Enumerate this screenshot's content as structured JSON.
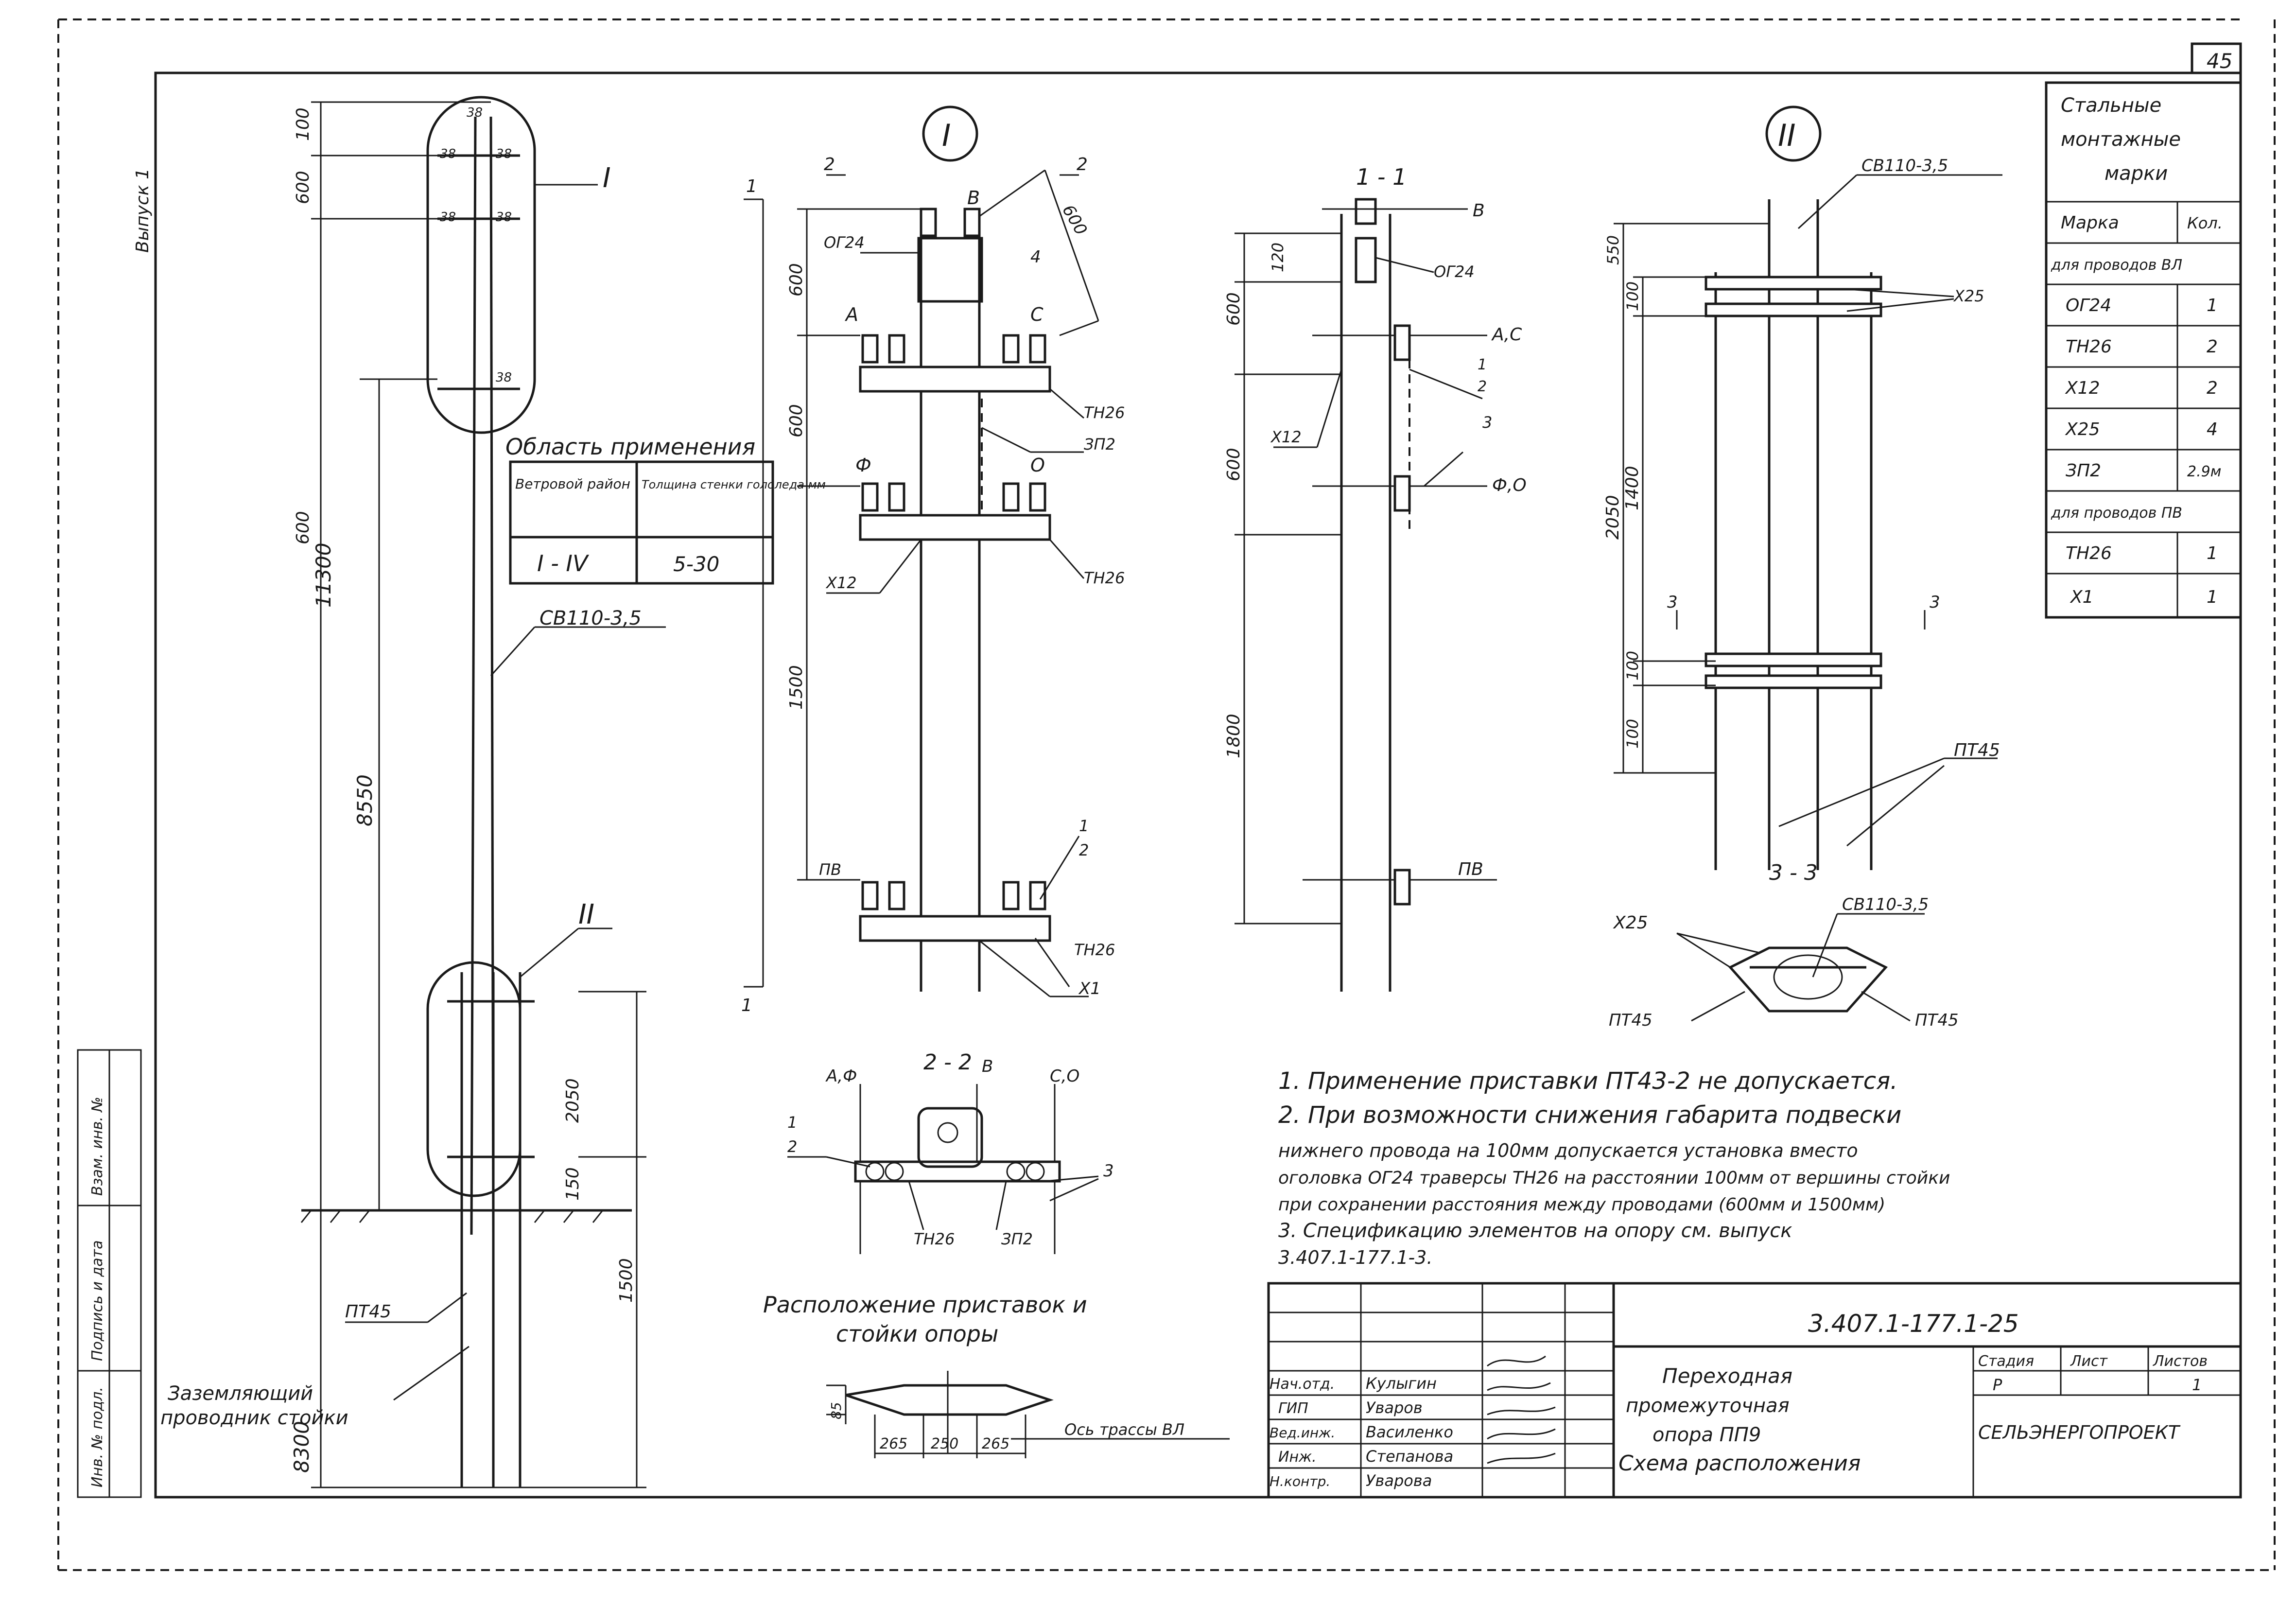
{
  "sheet_number": "45",
  "release": "Выпуск 1",
  "side_stamp": [
    "Инв. № подл.",
    "Подпись и дата",
    "Взам. инв. №"
  ],
  "pole_view": {
    "dims": [
      "100",
      "600",
      "600",
      "11300",
      "8550",
      "2050",
      "150",
      "1500",
      "8300"
    ],
    "small_dims": [
      "38",
      "38",
      "38",
      "38",
      "38",
      "38"
    ],
    "callout_1": "I",
    "callout_2": "II",
    "pole_label": "СВ110-3,5",
    "base_label": "ПТ45",
    "ground_label_line1": "Заземляющий",
    "ground_label_line2": "проводник стойки"
  },
  "application": {
    "title": "Область применения",
    "headers": [
      "Ветровой район",
      "Толщина стенки гололеда мм"
    ],
    "row": [
      "I - IV",
      "5-30"
    ]
  },
  "detail_1": {
    "label": "I",
    "section_marks": [
      "2",
      "2",
      "1",
      "1"
    ],
    "phases": [
      "В",
      "А",
      "С",
      "Ф",
      "О"
    ],
    "dims": [
      "600",
      "600",
      "600",
      "1500"
    ],
    "labels": [
      "ОГ24",
      "ТН26",
      "ЗП2",
      "ТН26",
      "Х12",
      "ПВ",
      "ТН26",
      "Х1"
    ],
    "fraction": [
      "1",
      "2"
    ],
    "leader4": "4"
  },
  "section_11": {
    "title": "1 - 1",
    "dims": [
      "120",
      "600",
      "600",
      "1800"
    ],
    "labels": [
      "В",
      "ОГ24",
      "А,С",
      "Х12",
      "Ф,О",
      "ПВ"
    ],
    "fraction": [
      "1",
      "2"
    ],
    "leader3": "3"
  },
  "detail_2": {
    "label": "II",
    "pole_label": "СВ110-3,5",
    "dims": [
      "550",
      "100",
      "1400",
      "2050",
      "100",
      "100"
    ],
    "labels": [
      "Х25",
      "ПТ45"
    ],
    "section_marks": [
      "3",
      "3"
    ]
  },
  "section_33": {
    "title": "3 - 3",
    "labels": [
      "Х25",
      "СВ110-3,5",
      "ПТ45",
      "ПТ45"
    ]
  },
  "section_22": {
    "title": "2 - 2",
    "labels": [
      "А,Ф",
      "В",
      "С,О",
      "ТН26",
      "ЗП2",
      "3"
    ],
    "fraction": [
      "1",
      "2"
    ]
  },
  "layout_caption": [
    "Расположение приставок и",
    "стойки опоры"
  ],
  "plan": {
    "dims": [
      "265",
      "250",
      "265"
    ],
    "side_dim": "85",
    "axis_label": "Ось трассы ВЛ"
  },
  "parts_table": {
    "title": [
      "Стальные",
      "монтажные",
      "марки"
    ],
    "headers": [
      "Марка",
      "Кол."
    ],
    "rows": [
      {
        "kind": "group",
        "name": "для проводов ВЛ"
      },
      {
        "kind": "row",
        "name": "ОГ24",
        "qty": "1"
      },
      {
        "kind": "row",
        "name": "ТН26",
        "qty": "2"
      },
      {
        "kind": "row",
        "name": "Х12",
        "qty": "2"
      },
      {
        "kind": "row",
        "name": "Х25",
        "qty": "4"
      },
      {
        "kind": "row",
        "name": "ЗП2",
        "qty": "2.9м"
      },
      {
        "kind": "group",
        "name": "для проводов ПВ"
      },
      {
        "kind": "row",
        "name": "ТН26",
        "qty": "1"
      },
      {
        "kind": "row",
        "name": "Х1",
        "qty": "1"
      }
    ]
  },
  "notes": [
    "1.  Применение   приставки  ПТ43-2  не  допускается.",
    "2.  При  возможности  снижения  габарита  подвески",
    "нижнего  провода  на  100мм  допускается  установка  вместо",
    "оголовка  ОГ24  траверсы  ТН26  на расстоянии 100мм от вершины стойки",
    "при  сохранении  расстояния  между проводами  (600мм и 1500мм)",
    "3.  Спецификацию  элементов  на  опору  см.  выпуск",
    "3.407.1-177.1-3."
  ],
  "title_block": {
    "doc_code": "3.407.1-177.1-25",
    "roles": [
      "Нач.отд.",
      "ГИП",
      "Вед.инж.",
      "Инж.",
      "Н.контр."
    ],
    "names": [
      "Кулыгин",
      "Уваров",
      "Василенко",
      "Степанова",
      "Уварова"
    ],
    "title_lines": [
      "Переходная",
      "промежуточная",
      "опора  ПП9",
      "Схема расположения"
    ],
    "stage_headers": [
      "Стадия",
      "Лист",
      "Листов"
    ],
    "stage_values": [
      "Р",
      "",
      "1"
    ],
    "org": "СЕЛЬЭНЕРГОПРОЕКТ"
  }
}
